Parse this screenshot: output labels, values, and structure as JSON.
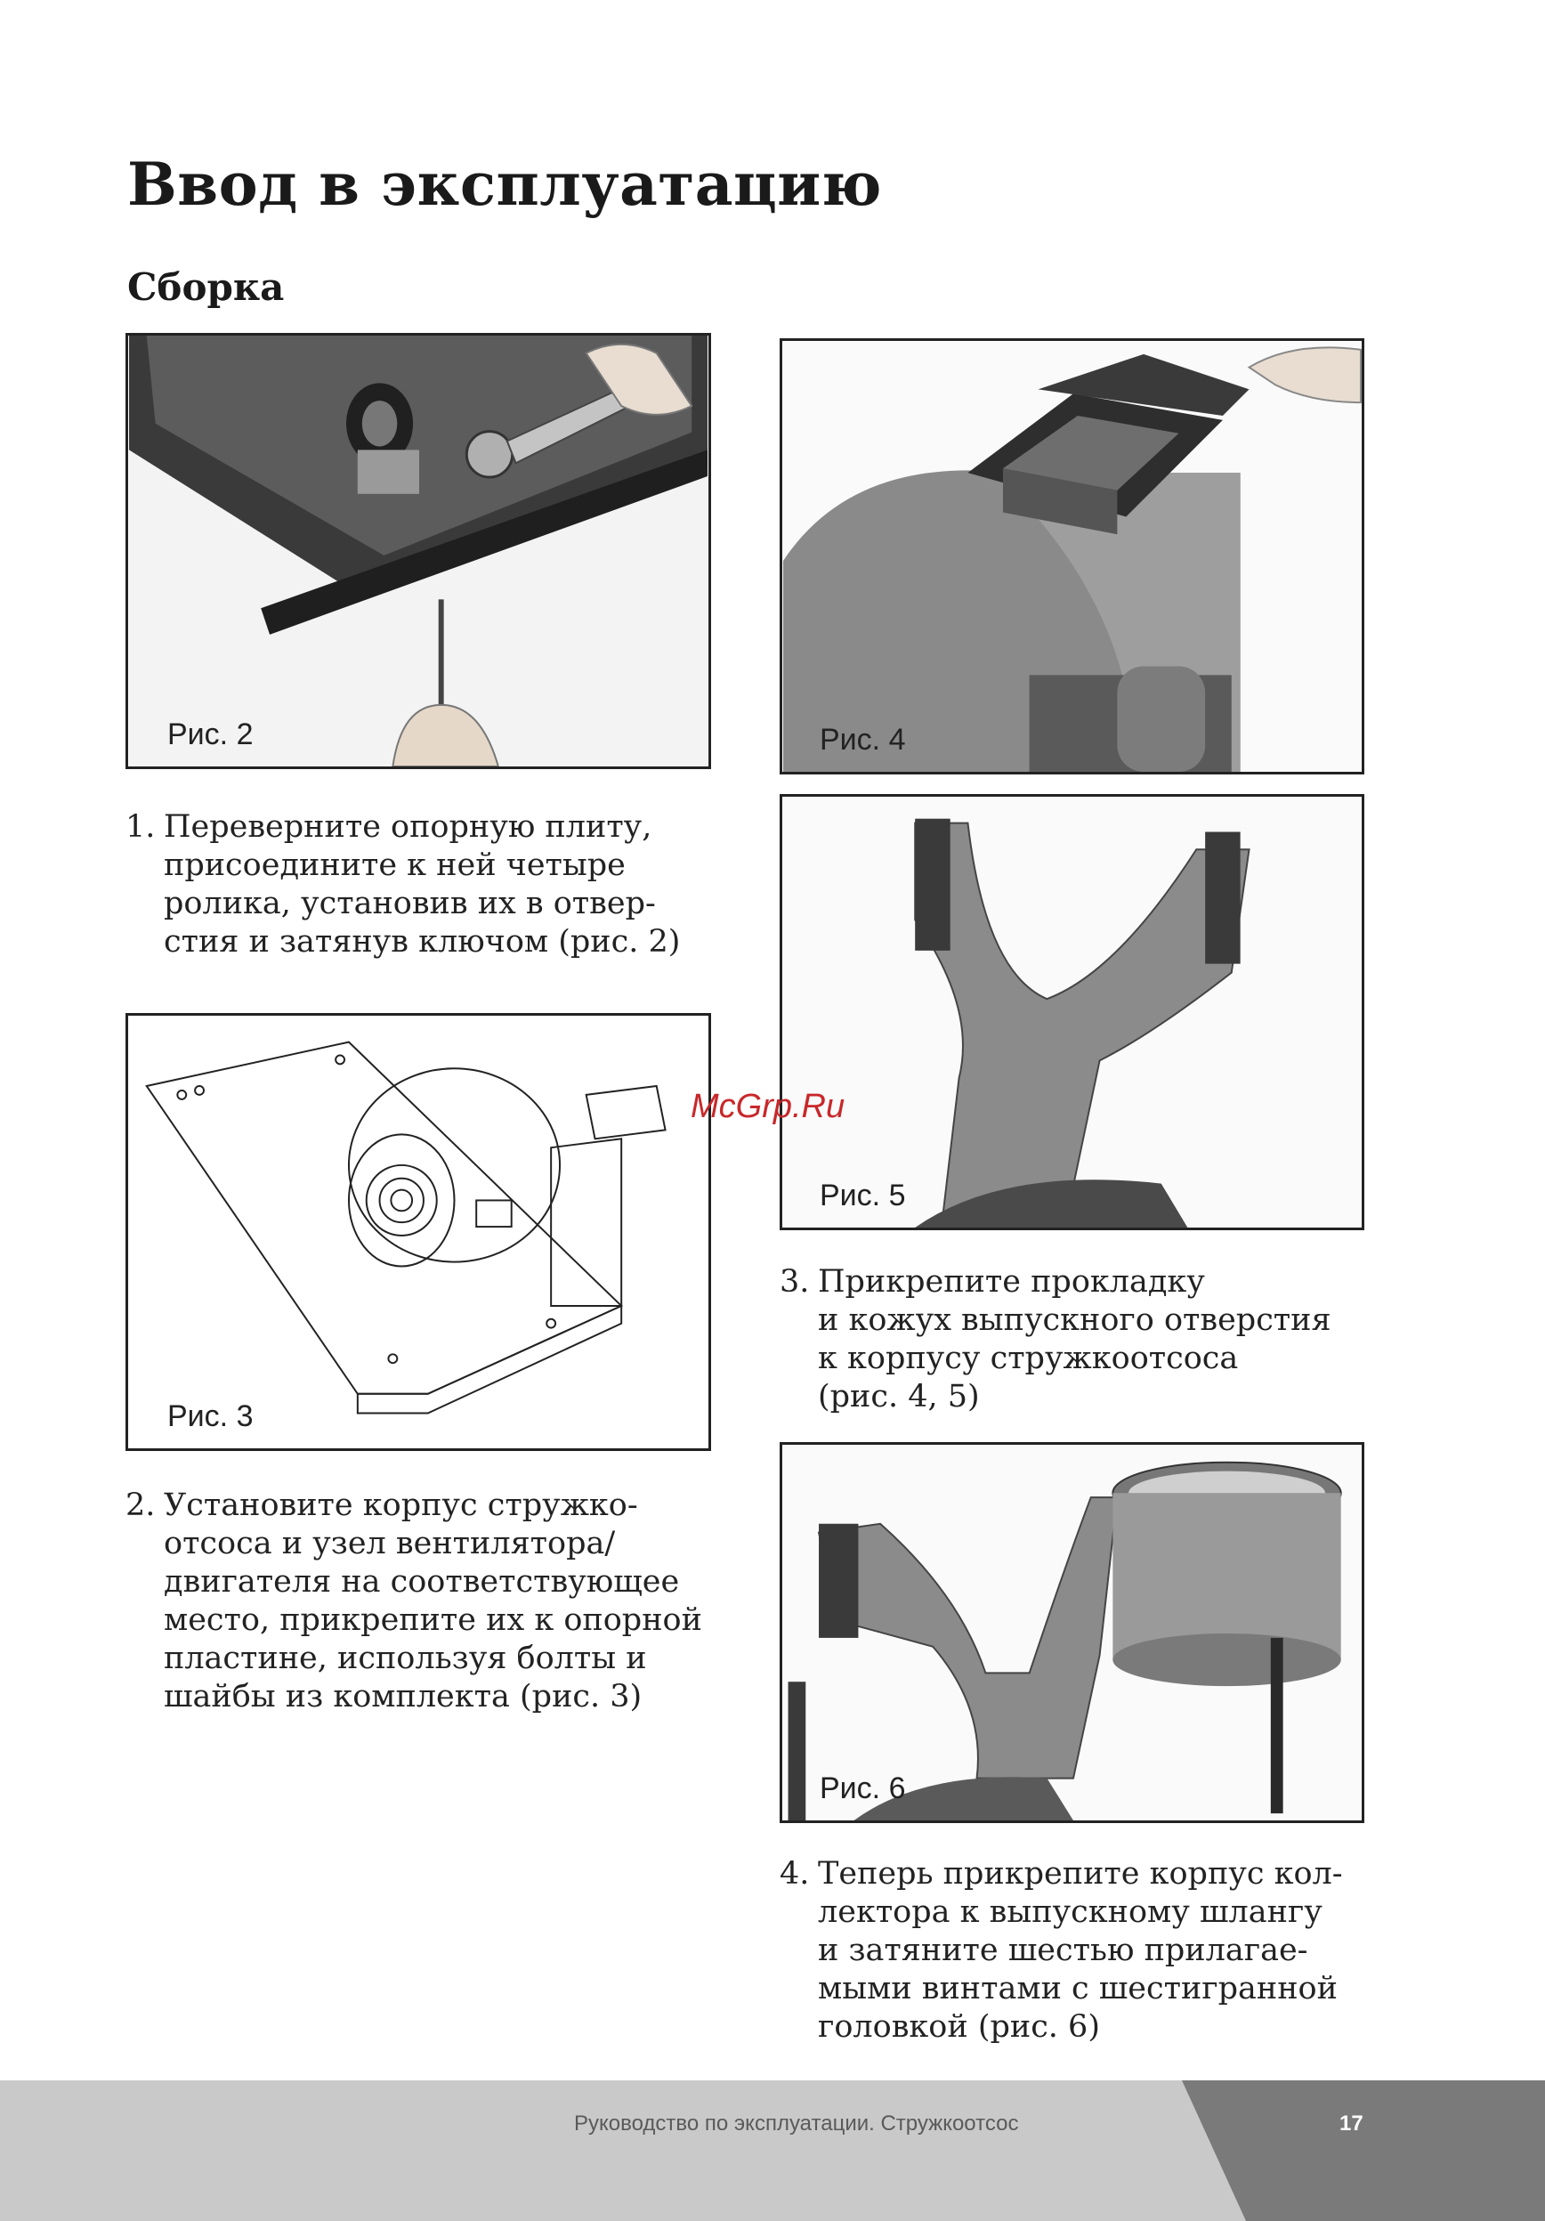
{
  "header": {
    "title": "Ввод в эксплуатацию",
    "section": "Сборка"
  },
  "figures": {
    "fig2": "Рис. 2",
    "fig3": "Рис. 3",
    "fig4": "Рис. 4",
    "fig5": "Рис. 5",
    "fig6": "Рис. 6"
  },
  "steps": [
    {
      "num": "1.",
      "text": "Переверните опорную плиту,\nприсоедините к ней четыре\nролика, установив их в отвер-\nстия и затянув ключом (рис. 2)"
    },
    {
      "num": "2.",
      "text": "Установите корпус стружко-\nотсоса и узел вентилятора/\nдвигателя на соответствующее\nместо, прикрепите их к опорной\nпластине, используя болты и\nшайбы из комплекта (рис. 3)"
    },
    {
      "num": "3.",
      "text": "Прикрепите прокладку\nи кожух выпускного отверстия\nк корпусу стружкоотсоса\n(рис. 4, 5)"
    },
    {
      "num": "4.",
      "text": "Теперь прикрепите корпус кол-\nлектора к выпускному шлангу\nи затяните шестью прилагае-\nмыми винтами с шестигранной\nголовкой (рис. 6)"
    }
  ],
  "watermark": "McGrp.Ru",
  "footer": {
    "manual_title": "Руководство по эксплуатации. Стружкоотсос",
    "page_number": "17",
    "colors": {
      "light": "#c9c9c9",
      "dark": "#7a7a7a"
    }
  }
}
